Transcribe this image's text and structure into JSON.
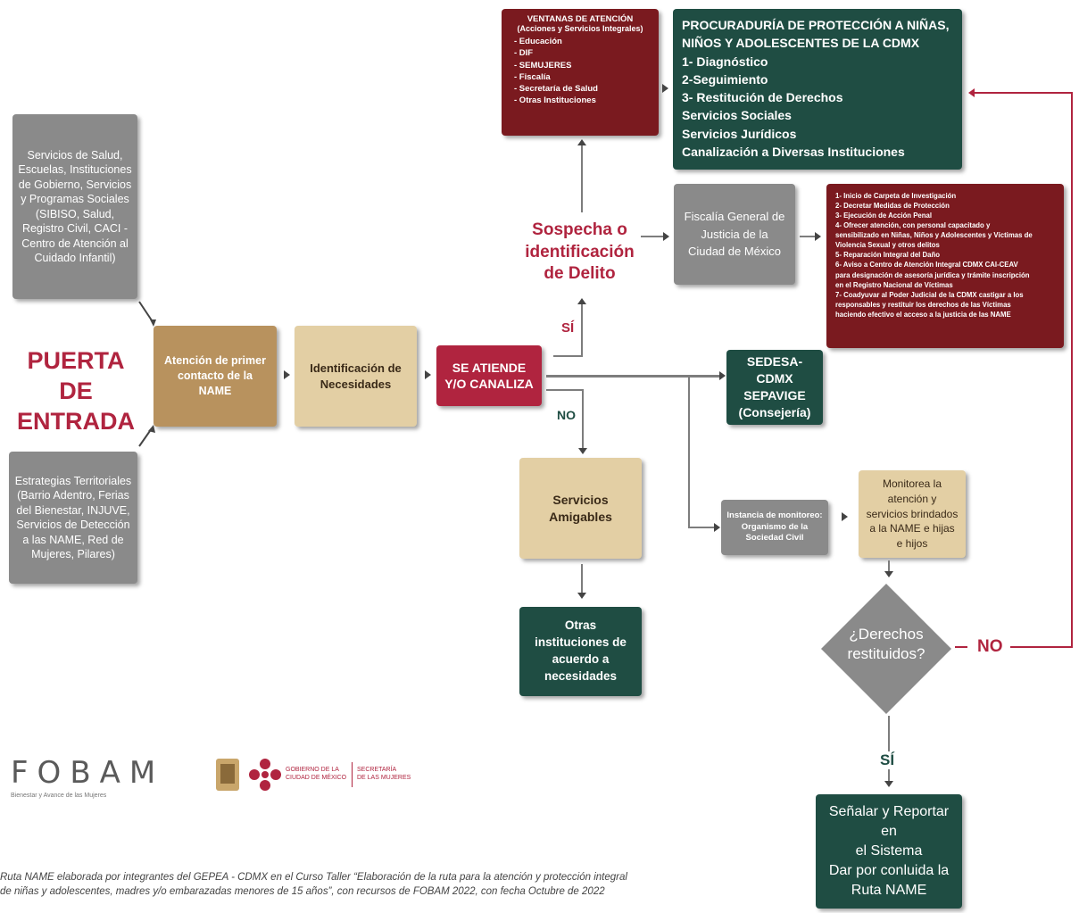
{
  "left_top_box": {
    "text": "Servicios de Salud, Escuelas, Instituciones de Gobierno, Servicios y Programas Sociales (SIBISO, Salud, Registro Civil, CACI - Centro de Atención al Cuidado Infantil)"
  },
  "left_bottom_box": {
    "text": "Estrategias Territoriales (Barrio Adentro, Ferias del Bienestar, INJUVE, Servicios de Detección a las NAME, Red de Mujeres, Pilares)"
  },
  "entry": {
    "line1": "PUERTA DE",
    "line2": "ENTRADA"
  },
  "first_contact": {
    "text": "Atención de primer contacto de la NAME"
  },
  "needs": {
    "text": "Identificación de Necesidades"
  },
  "attend": {
    "text": "SE ATIENDE Y/O CANALIZA"
  },
  "yes_label": "SÍ",
  "no_label": "NO",
  "suspicion": {
    "line1": "Sospecha o",
    "line2": "identificación",
    "line3": "de Delito"
  },
  "windows": {
    "title": "VENTANAS DE ATENCIÓN",
    "subtitle": "(Acciones y Servicios Integrales)",
    "items": [
      "- Educación",
      "- DIF",
      "- SEMUJERES",
      "- Fiscalía",
      "- Secretaría de Salud",
      "- Otras Instituciones"
    ]
  },
  "procuraduria": {
    "title1": "PROCURADURÍA DE PROTECCIÓN A NIÑAS,",
    "title2": "NIÑOS Y ADOLESCENTES DE LA CDMX",
    "items": [
      "1- Diagnóstico",
      "2-Seguimiento",
      "3- Restitución de Derechos",
      "Servicios Sociales",
      "Servicios Jurídicos",
      "Canalización a Diversas Instituciones"
    ]
  },
  "fiscalia": {
    "text": "Fiscalía General de Justicia de la Ciudad de México"
  },
  "fiscalia_actions": {
    "items": [
      "1- Inicio de Carpeta de Investigación",
      "2- Decretar Medidas de Protección",
      "3- Ejecución de Acción Penal",
      "4- Ofrecer atención, con personal capacitado y",
      "sensibilizado en Niñas, Niños y Adolescentes y Víctimas de",
      "Violencia Sexual y otros delitos",
      "5- Reparación Integral del Daño",
      "6- Aviso a Centro de Atención Integral CDMX CAI-CEAV",
      "para designación de asesoría jurídica y trámite inscripción",
      "en el Registro Nacional de Víctimas",
      "7- Coadyuvar al Poder Judicial de la CDMX castigar a los",
      "responsables y restituir los derechos de las Víctimas",
      "haciendo efectivo el acceso a la justicia de las NAME"
    ]
  },
  "sedesa": {
    "line1": "SEDESA-CDMX",
    "line2": "SEPAVIGE",
    "line3": "(Consejería)"
  },
  "amigables": {
    "text": "Servicios Amigables"
  },
  "otras": {
    "text": "Otras instituciones de acuerdo a necesidades"
  },
  "monitoreo": {
    "text": "Instancia de monitoreo: Organismo de la Sociedad Civil"
  },
  "monitorea": {
    "text": "Monitorea la atención y servicios brindados a la NAME e hijas e hijos"
  },
  "derechos": {
    "line1": "¿Derechos",
    "line2": "restituidos?"
  },
  "derechos_no": "NO",
  "derechos_si": "SÍ",
  "senalar": {
    "line1": "Señalar y Reportar en",
    "line2": "el Sistema",
    "line3": "Dar por conluida la",
    "line4": "Ruta NAME"
  },
  "logos": {
    "fobam": "FOBAM",
    "fobam_tagline": "Bienestar y Avance de las Mujeres",
    "gob_line1": "GOBIERNO DE LA",
    "gob_line2": "CIUDAD DE MÉXICO",
    "sec_line1": "SECRETARÍA",
    "sec_line2": "DE LAS MUJERES"
  },
  "footer": {
    "line1": "Ruta NAME elaborada por integrantes del GEPEA - CDMX en el Curso Taller “Elaboración de la ruta para la atención y protección integral",
    "line2": "de niñas y adolescentes, madres y/o embarazadas menores de 15 años”, con recursos de FOBAM 2022, con fecha Octubre de 2022"
  },
  "colors": {
    "crimson": "#b0243f",
    "maroon": "#7a1a1f",
    "green": "#1f4d43",
    "gold": "#b8925e",
    "beige": "#e3cfa4",
    "gray": "#8a8a8a"
  }
}
